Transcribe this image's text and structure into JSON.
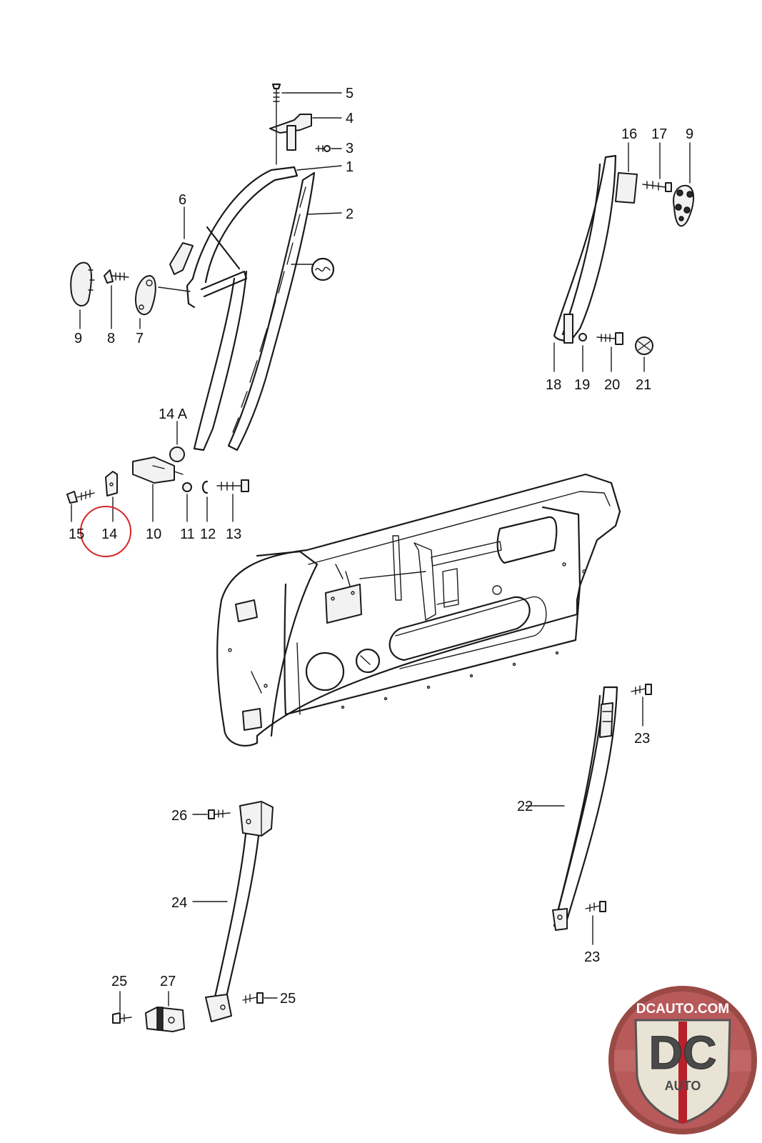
{
  "callouts": {
    "c1": "1",
    "c2": "2",
    "c3": "3",
    "c4": "4",
    "c5": "5",
    "c6": "6",
    "c7": "7",
    "c8": "8",
    "c9a": "9",
    "c9b": "9",
    "c10": "10",
    "c11": "11",
    "c12": "12",
    "c13": "13",
    "c14": "14",
    "c14a": "14 A",
    "c15": "15",
    "c16": "16",
    "c17": "17",
    "c18": "18",
    "c19": "19",
    "c20": "20",
    "c21": "21",
    "c22": "22",
    "c23a": "23",
    "c23b": "23",
    "c24": "24",
    "c25a": "25",
    "c25b": "25",
    "c26": "26",
    "c27": "27"
  },
  "logo": {
    "top": "DCAUTO.COM",
    "mark": "DC",
    "bottom": "AUTO"
  },
  "colors": {
    "highlight_circle": "#d62828",
    "logo_ring": "#9a4a45",
    "logo_bg": "#b8595a"
  }
}
